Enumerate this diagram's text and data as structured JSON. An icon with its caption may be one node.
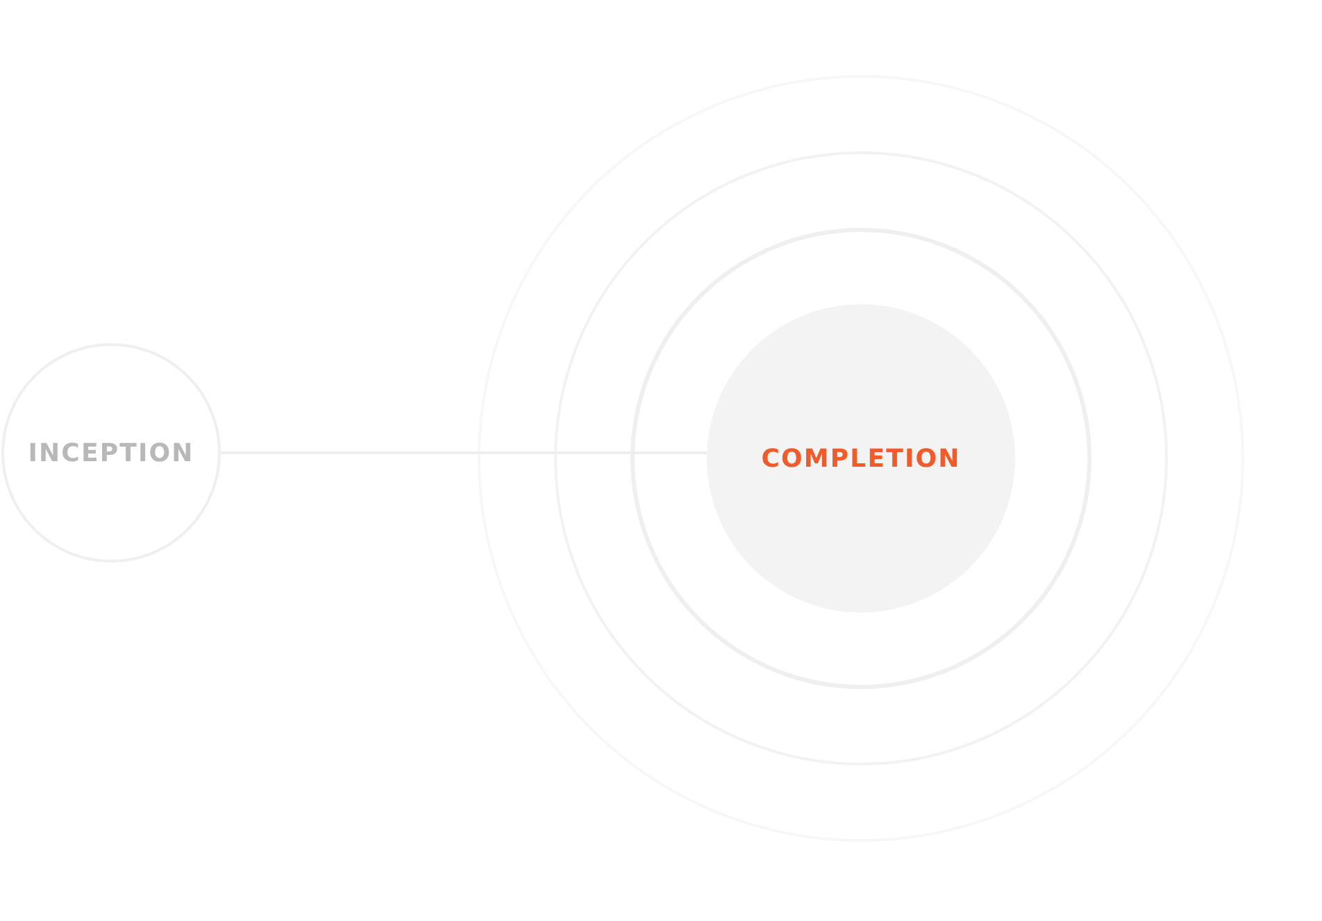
{
  "diagram": {
    "nodes": [
      {
        "text": [
          "INCEPTION"
        ]
      },
      {
        "text": [],
        "shape": "circle"
      },
      {
        "text": [],
        "shape": "circle",
        "in": 1
      },
      {
        "text": [],
        "shape": "circle",
        "in": 2
      },
      {
        "text": [
          "COMPLETION"
        ],
        "in": 3
      }
    ],
    "edges": [
      {
        "from": 0,
        "to": 4,
        "arrow": "none"
      }
    ]
  }
}
